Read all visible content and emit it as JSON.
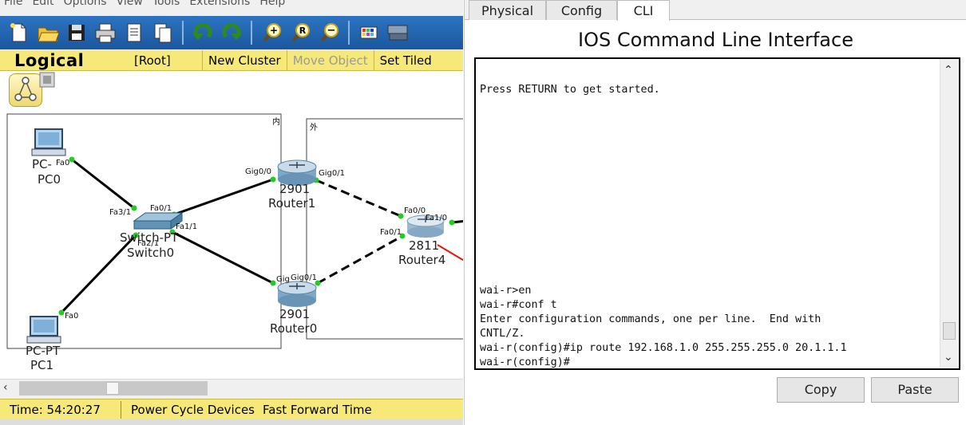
{
  "menu": [
    "File",
    "Edit",
    "Options",
    "View",
    "Tools",
    "Extensions",
    "Help"
  ],
  "toolbar_icons": [
    "new-icon",
    "open-icon",
    "save-icon",
    "print-icon",
    "activity-wizard-icon",
    "copy-icon",
    "undo-icon",
    "redo-icon",
    "zoom-in-icon",
    "zoom-reset-icon",
    "zoom-out-icon",
    "palette-icon",
    "device-icon"
  ],
  "logical_bar": {
    "title": "Logical",
    "root": "[Root]",
    "new_cluster": "New Cluster",
    "move_object": "Move Object",
    "set_tiled": "Set Tiled"
  },
  "topology": {
    "cluster_inner_label": "内",
    "cluster_outer_label": "外",
    "devices": {
      "pc0": {
        "model": "PC-",
        "name": "PC0"
      },
      "pc1": {
        "model": "PC-PT",
        "name": "PC1"
      },
      "switch0": {
        "model": "Switch-PT",
        "name": "Switch0"
      },
      "router1": {
        "model": "2901",
        "name": "Router1"
      },
      "router0": {
        "model": "2901",
        "name": "Router0"
      },
      "router4": {
        "model": "2811",
        "name": "Router4"
      }
    },
    "ports": {
      "pc0_fa0": "Fa0",
      "pc1_fa0": "Fa0",
      "sw_fa3_1": "Fa3/1",
      "sw_fa0_1": "Fa0/1",
      "sw_fa1_1": "Fa1/1",
      "sw_fa2_1": "Fa2/1",
      "r1_gig0_0": "Gig0/0",
      "r1_gig0_1": "Gig0/1",
      "r0_gig0_0": "Gig",
      "r0_gig0_1": "Gig0/1",
      "r4_fa0_0": "Fa0/0",
      "r4_fa0_1": "Fa0/1",
      "r4_fa1_0": "Fa1/0"
    },
    "colors": {
      "link": "#000000",
      "link_active_dot": "#22cc22",
      "arrow": "#ee1111"
    }
  },
  "status": {
    "time": "Time: 54:20:27",
    "power_cycle": "Power Cycle Devices",
    "fast_forward": "Fast Forward Time"
  },
  "tabs": [
    "Physical",
    "Config",
    "CLI"
  ],
  "active_tab": "CLI",
  "cli": {
    "title": "IOS Command Line Interface",
    "lines": [
      "Press RETURN to get started.",
      "wai-r>en",
      "wai-r#conf t",
      "Enter configuration commands, one per line.  End with",
      "CNTL/Z.",
      "wai-r(config)#ip route 192.168.1.0 255.255.255.0 20.1.1.1",
      "wai-r(config)#"
    ]
  },
  "buttons": {
    "copy": "Copy",
    "paste": "Paste"
  }
}
